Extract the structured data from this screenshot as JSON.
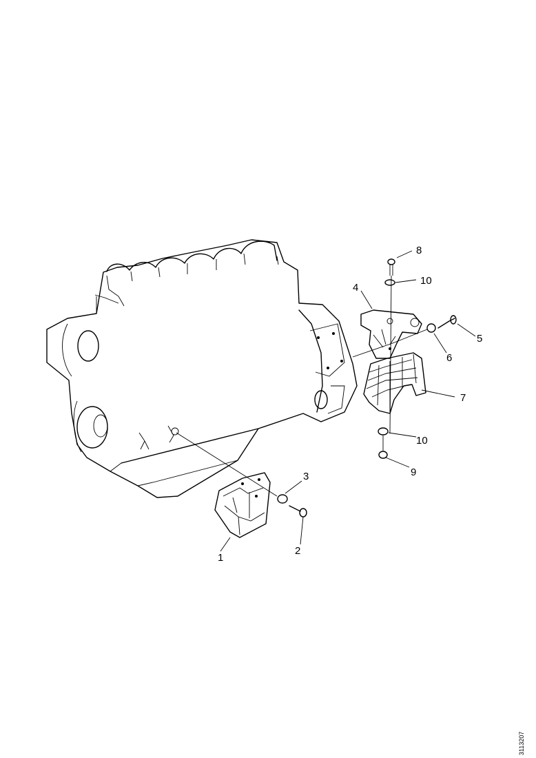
{
  "diagram": {
    "callouts": [
      {
        "id": "1",
        "label": "1"
      },
      {
        "id": "2",
        "label": "2"
      },
      {
        "id": "3",
        "label": "3"
      },
      {
        "id": "4",
        "label": "4"
      },
      {
        "id": "5",
        "label": "5"
      },
      {
        "id": "6",
        "label": "6"
      },
      {
        "id": "7",
        "label": "7"
      },
      {
        "id": "8",
        "label": "8"
      },
      {
        "id": "9",
        "label": "9"
      },
      {
        "id": "10a",
        "label": "10"
      },
      {
        "id": "10b",
        "label": "10"
      }
    ],
    "reference_code": "3113207"
  }
}
